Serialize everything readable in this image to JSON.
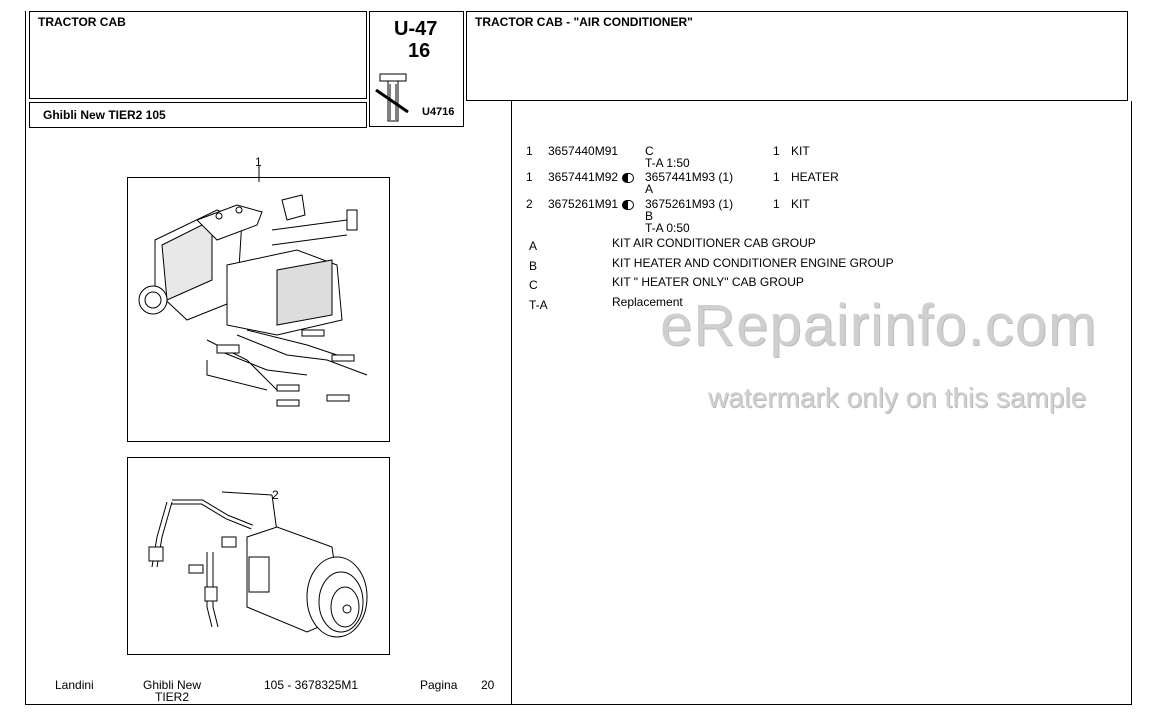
{
  "header": {
    "left_title": "TRACTOR CAB",
    "model": "Ghibli New TIER2 105",
    "code_main": "U-47",
    "code_sub": "16",
    "figure_ref": "U4716",
    "right_title": "TRACTOR CAB - \"AIR CONDITIONER\""
  },
  "diagram": {
    "callout_1": "1",
    "callout_2": "2"
  },
  "parts": [
    {
      "item": "1",
      "part": "3657440M91",
      "swap": false,
      "alt": "C",
      "qty": "1",
      "desc": "KIT",
      "notes": [
        "T-A 1:50"
      ]
    },
    {
      "item": "1",
      "part": "3657441M92",
      "swap": true,
      "alt": "3657441M93  (1)",
      "qty": "1",
      "desc": "HEATER",
      "notes": [
        "A"
      ]
    },
    {
      "item": "2",
      "part": "3675261M91",
      "swap": true,
      "alt": "3675261M93  (1)",
      "qty": "1",
      "desc": "KIT",
      "notes": [
        "B",
        "T-A 0:50"
      ]
    }
  ],
  "legend": [
    {
      "code": "A",
      "text": "KIT AIR CONDITIONER CAB GROUP"
    },
    {
      "code": "B",
      "text": "KIT HEATER AND CONDITIONER ENGINE GROUP"
    },
    {
      "code": "C",
      "text": "KIT \" HEATER ONLY\"  CAB GROUP"
    },
    {
      "code": "T-A",
      "text": "Replacement"
    }
  ],
  "watermark": {
    "main": "eRepairinfo.com",
    "sub": "watermark only on this sample"
  },
  "footer": {
    "brand": "Landini",
    "model_line1": "Ghibli New",
    "model_line2": "TIER2",
    "doc": "105 - 3678325M1",
    "page_label": "Pagina",
    "page_num": "20"
  }
}
